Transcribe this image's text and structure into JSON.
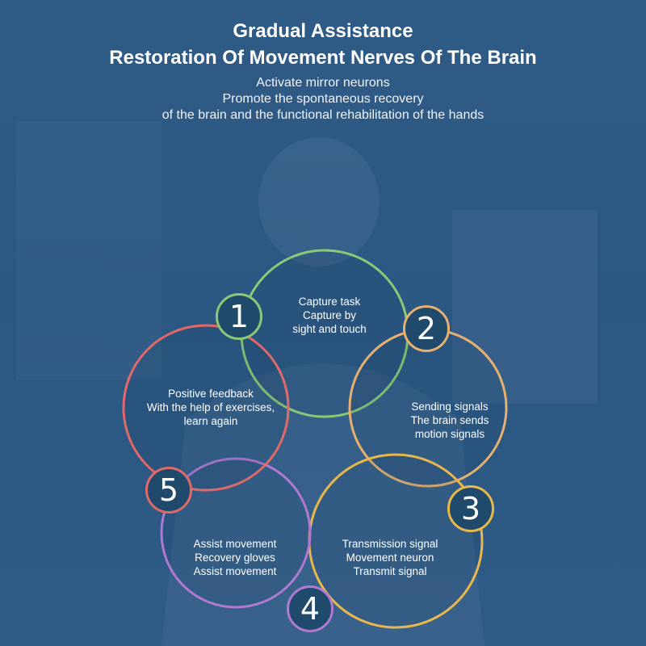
{
  "header": {
    "title_line1": "Gradual Assistance",
    "title_line2": "Restoration Of Movement Nerves Of The Brain",
    "subtitle_line1": "Activate mirror neurons",
    "subtitle_line2": "Promote the spontaneous recovery",
    "subtitle_line3": "of the brain and the functional rehabilitation of the hands"
  },
  "steps": [
    {
      "number": "1",
      "lines": [
        "Capture task",
        "Capture by",
        "sight and touch"
      ],
      "color": "#8cc878"
    },
    {
      "number": "2",
      "lines": [
        "Sending signals",
        "The brain sends",
        "motion signals"
      ],
      "color": "#e6b070"
    },
    {
      "number": "3",
      "lines": [
        "Transmission signal",
        "Movement neuron",
        "Transmit signal"
      ],
      "color": "#e8b84c"
    },
    {
      "number": "4",
      "lines": [
        "Assist movement",
        "Recovery gloves",
        "Assist movement"
      ],
      "color": "#b07ad0"
    },
    {
      "number": "5",
      "lines": [
        "Positive feedback",
        "With the help of exercises,",
        "learn again"
      ],
      "color": "#e06a6a"
    }
  ]
}
